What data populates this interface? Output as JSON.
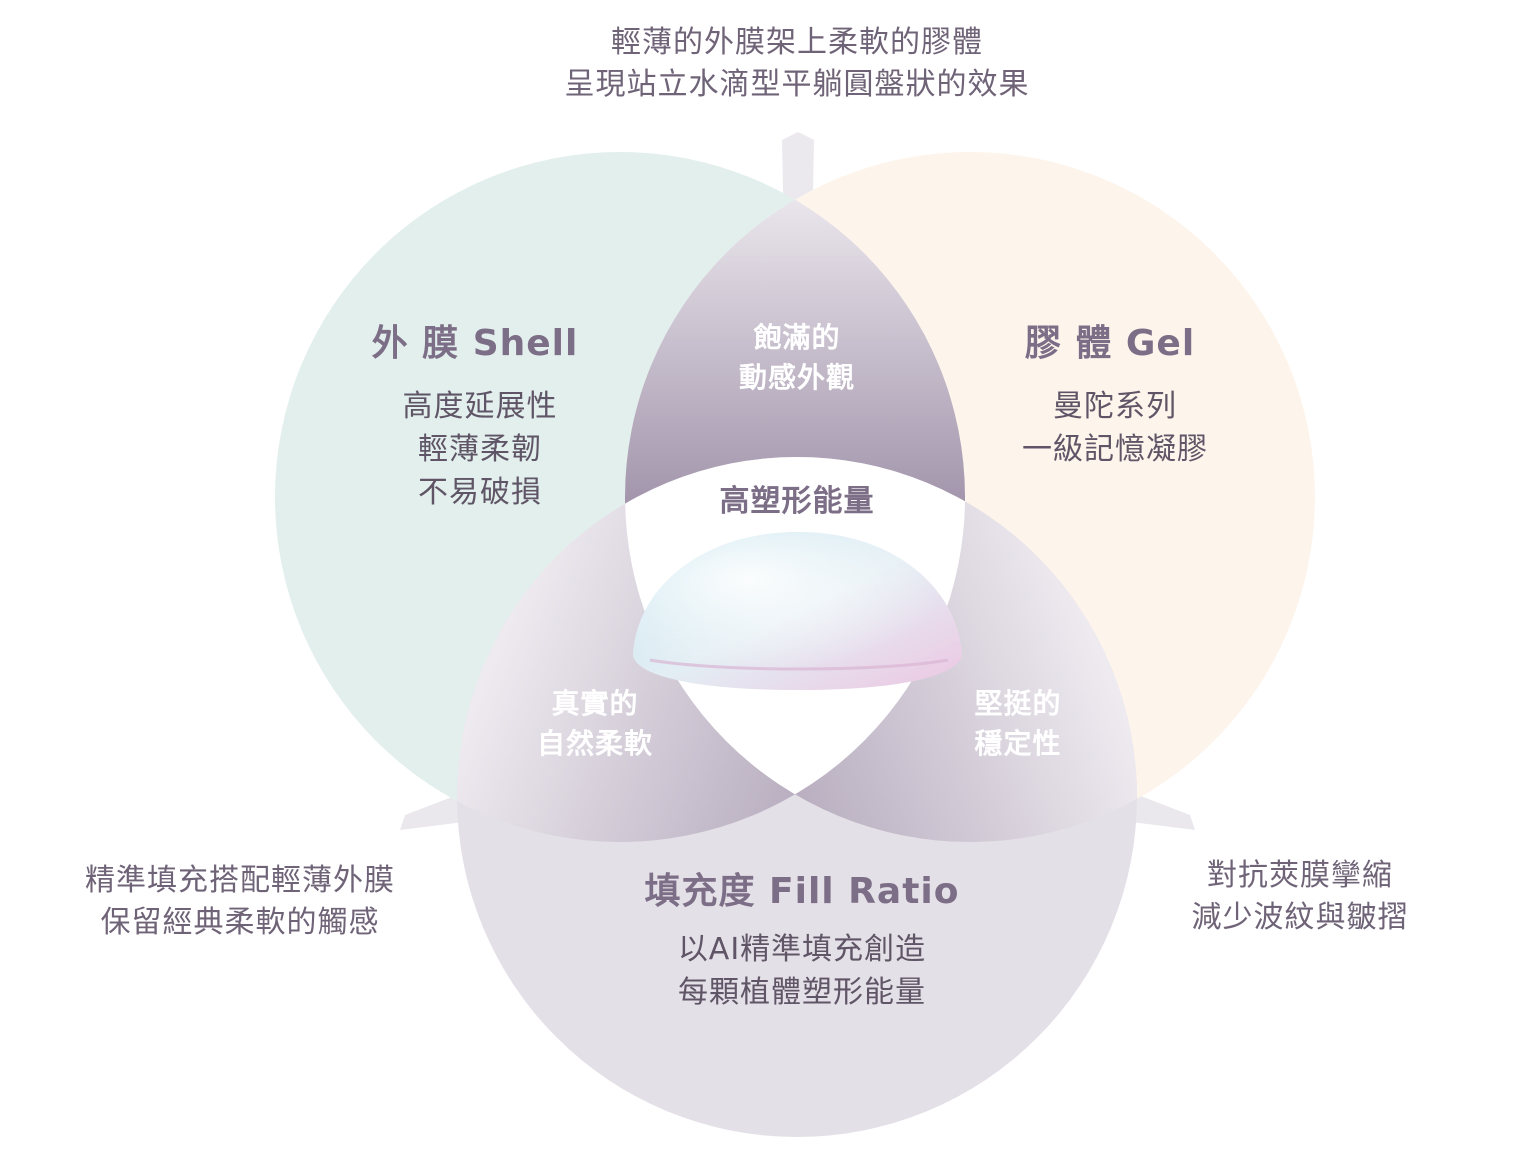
{
  "top_caption": {
    "line1": "輕薄的外膜架上柔軟的膠體",
    "line2": "呈現站立水滴型平躺圓盤狀的效果"
  },
  "left_caption": {
    "line1": "精準填充搭配輕薄外膜",
    "line2": "保留經典柔軟的觸感"
  },
  "right_caption": {
    "line1": "對抗莢膜攣縮",
    "line2": "減少波紋與皺摺"
  },
  "shell": {
    "title": "外 膜 Shell",
    "line1": "高度延展性",
    "line2": "輕薄柔韌",
    "line3": "不易破損",
    "color": "#e2efec"
  },
  "gel": {
    "title": "膠 體 Gel",
    "line1": "曼陀系列",
    "line2": "一級記憶凝膠",
    "color": "#fdf4ec"
  },
  "fill": {
    "title": "填充度 Fill Ratio",
    "line1": "以AI精準填充創造",
    "line2": "每顆植體塑形能量",
    "color": "#e4e0e7"
  },
  "overlap_top": {
    "line1": "飽滿的",
    "line2": "動感外觀"
  },
  "overlap_left": {
    "line1": "真實的",
    "line2": "自然柔軟"
  },
  "overlap_right": {
    "line1": "堅挺的",
    "line2": "穩定性"
  },
  "center": {
    "label": "高塑形能量"
  },
  "colors": {
    "accent": "#7c6e86",
    "overlap_dark": "#8d7f98",
    "overlap_light": "#efeaf2"
  }
}
